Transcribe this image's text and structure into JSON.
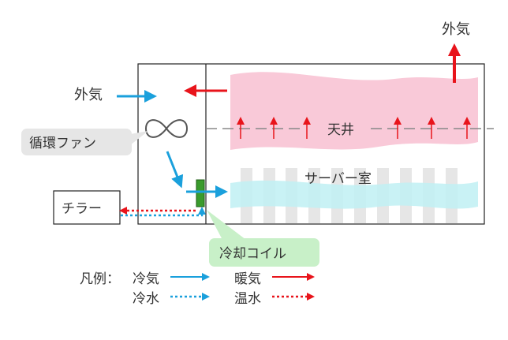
{
  "labels": {
    "outside_air_top": "外気",
    "outside_air_left": "外気",
    "ceiling": "天井",
    "server_room": "サーバー室",
    "circulation_fan": "循環ファン",
    "chiller": "チラー",
    "cooling_coil": "冷却コイル"
  },
  "legend": {
    "prefix": "凡例：",
    "cold_air": "冷気",
    "warm_air": "暖気",
    "cold_water": "冷水",
    "hot_water": "温水"
  },
  "colors": {
    "cold": "#1aa0dc",
    "warm": "#e8141b",
    "warm_zone": "#f9c9d8",
    "cold_zone": "#bff0f3",
    "rack": "#e6e6e6",
    "coil": "#3a9b2c",
    "callout_green": "#c8f0c8",
    "callout_gray": "#e6e6e6",
    "outline": "#222222"
  },
  "icons": {
    "fan": "infinity-fan-icon"
  }
}
